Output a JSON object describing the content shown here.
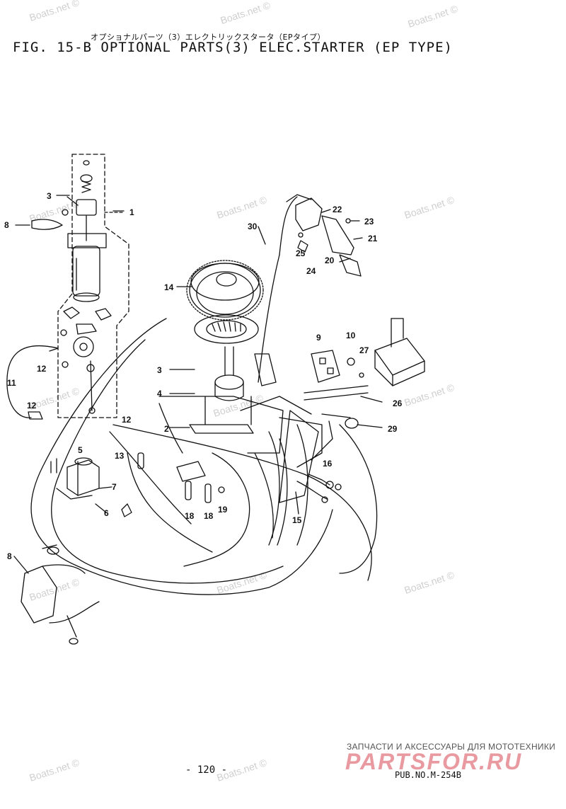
{
  "header": {
    "jp_title": "オプショナルパーツ（3）エレクトリックスタータ（EPタイプ）",
    "title": "FIG. 15-B OPTIONAL PARTS(3) ELEC.STARTER (EP TYPE)"
  },
  "callouts": [
    "1",
    "2",
    "3",
    "3",
    "4",
    "5",
    "6",
    "7",
    "8",
    "8",
    "9",
    "10",
    "11",
    "12",
    "12",
    "12",
    "13",
    "14",
    "15",
    "16",
    "18",
    "18",
    "19",
    "20",
    "21",
    "22",
    "23",
    "24",
    "25",
    "26",
    "27",
    "29",
    "30"
  ],
  "watermark": "Boats.net ©",
  "footer": {
    "page_number": "- 120 -",
    "pub_no": "PUB.NO.M-254B",
    "ad_text": "ЗАПЧАСТИ И АКСЕССУАРЫ ДЛЯ МОТОТЕХНИКИ",
    "ad_logo": "PARTSFOR.RU"
  },
  "colors": {
    "ink": "#111111",
    "watermark": "#cfcfcf",
    "logo": "#e89aa0"
  }
}
